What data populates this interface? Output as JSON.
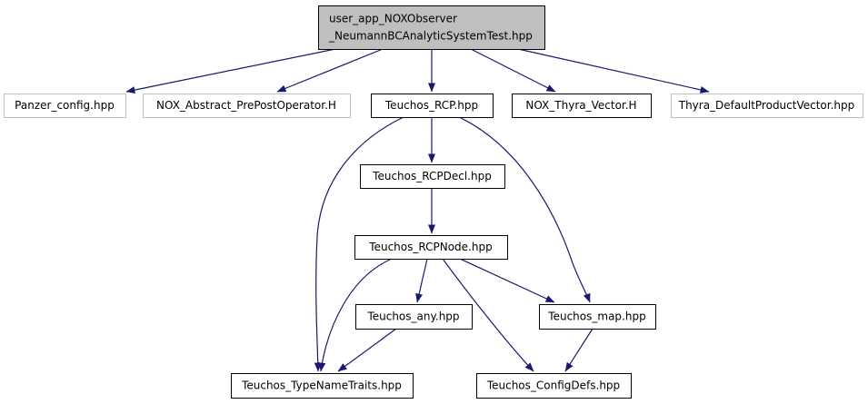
{
  "colors": {
    "edge": "#191970",
    "root_fill": "#bfbfbf",
    "node_fill": "#ffffff",
    "node_border": "#000000",
    "external_border": "#bfbfbf",
    "external_text": "#7f7f7f",
    "text": "#000000"
  },
  "diagram": {
    "nodes": [
      {
        "id": "root",
        "name": "node-root-test-hpp",
        "lines": [
          "user_app_NOXObserver",
          "_NeumannBCAnalyticSystemTest.hpp"
        ],
        "style": "root"
      },
      {
        "id": "panzer",
        "name": "node-panzer-config",
        "lines": [
          "Panzer_config.hpp"
        ],
        "style": "external"
      },
      {
        "id": "noxabs",
        "name": "node-nox-abstract-prepostoperator",
        "lines": [
          "NOX_Abstract_PrePostOperator.H"
        ],
        "style": "external"
      },
      {
        "id": "rcp",
        "name": "node-teuchos-rcp",
        "lines": [
          "Teuchos_RCP.hpp"
        ],
        "style": "normal"
      },
      {
        "id": "noxthyra",
        "name": "node-nox-thyra-vector",
        "lines": [
          "NOX_Thyra_Vector.H"
        ],
        "style": "normal"
      },
      {
        "id": "thyra",
        "name": "node-thyra-defaultproductvector",
        "lines": [
          "Thyra_DefaultProductVector.hpp"
        ],
        "style": "external"
      },
      {
        "id": "rcpdecl",
        "name": "node-teuchos-rcpdecl",
        "lines": [
          "Teuchos_RCPDecl.hpp"
        ],
        "style": "normal"
      },
      {
        "id": "rcpnode",
        "name": "node-teuchos-rcpnode",
        "lines": [
          "Teuchos_RCPNode.hpp"
        ],
        "style": "normal"
      },
      {
        "id": "any",
        "name": "node-teuchos-any",
        "lines": [
          "Teuchos_any.hpp"
        ],
        "style": "normal"
      },
      {
        "id": "map",
        "name": "node-teuchos-map",
        "lines": [
          "Teuchos_map.hpp"
        ],
        "style": "normal"
      },
      {
        "id": "typename",
        "name": "node-teuchos-typenametraits",
        "lines": [
          "Teuchos_TypeNameTraits.hpp"
        ],
        "style": "normal"
      },
      {
        "id": "configdefs",
        "name": "node-teuchos-configdefs",
        "lines": [
          "Teuchos_ConfigDefs.hpp"
        ],
        "style": "normal"
      }
    ],
    "edges": [
      {
        "from": "root",
        "to": "panzer"
      },
      {
        "from": "root",
        "to": "noxabs"
      },
      {
        "from": "root",
        "to": "rcp"
      },
      {
        "from": "root",
        "to": "noxthyra"
      },
      {
        "from": "root",
        "to": "thyra"
      },
      {
        "from": "rcp",
        "to": "rcpdecl"
      },
      {
        "from": "rcp",
        "to": "typename"
      },
      {
        "from": "rcp",
        "to": "map"
      },
      {
        "from": "rcpdecl",
        "to": "rcpnode"
      },
      {
        "from": "rcpnode",
        "to": "any"
      },
      {
        "from": "rcpnode",
        "to": "typename"
      },
      {
        "from": "rcpnode",
        "to": "map"
      },
      {
        "from": "rcpnode",
        "to": "configdefs"
      },
      {
        "from": "any",
        "to": "typename"
      },
      {
        "from": "map",
        "to": "configdefs"
      }
    ]
  }
}
